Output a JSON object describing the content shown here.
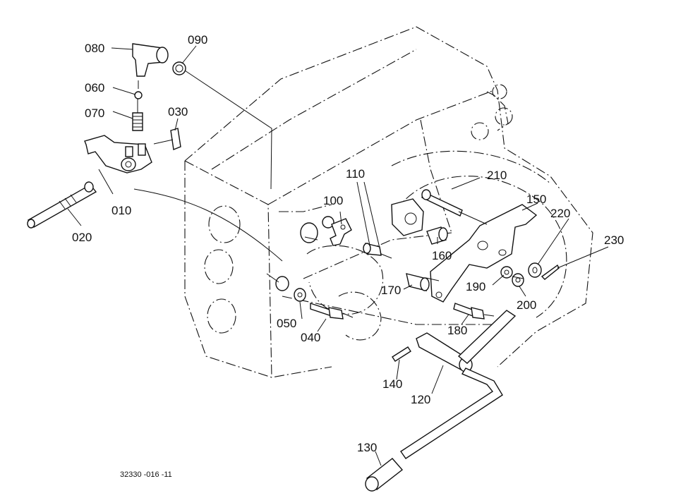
{
  "drawing_code": "32330 -016 -11",
  "callouts": {
    "p010": "010",
    "p020": "020",
    "p030": "030",
    "p040": "040",
    "p050": "050",
    "p060": "060",
    "p070": "070",
    "p080": "080",
    "p090": "090",
    "p100": "100",
    "p110": "110",
    "p120": "120",
    "p130": "130",
    "p140": "140",
    "p150": "150",
    "p160": "160",
    "p170": "170",
    "p180": "180",
    "p190": "190",
    "p200": "200",
    "p210": "210",
    "p220": "220",
    "p230": "230"
  }
}
